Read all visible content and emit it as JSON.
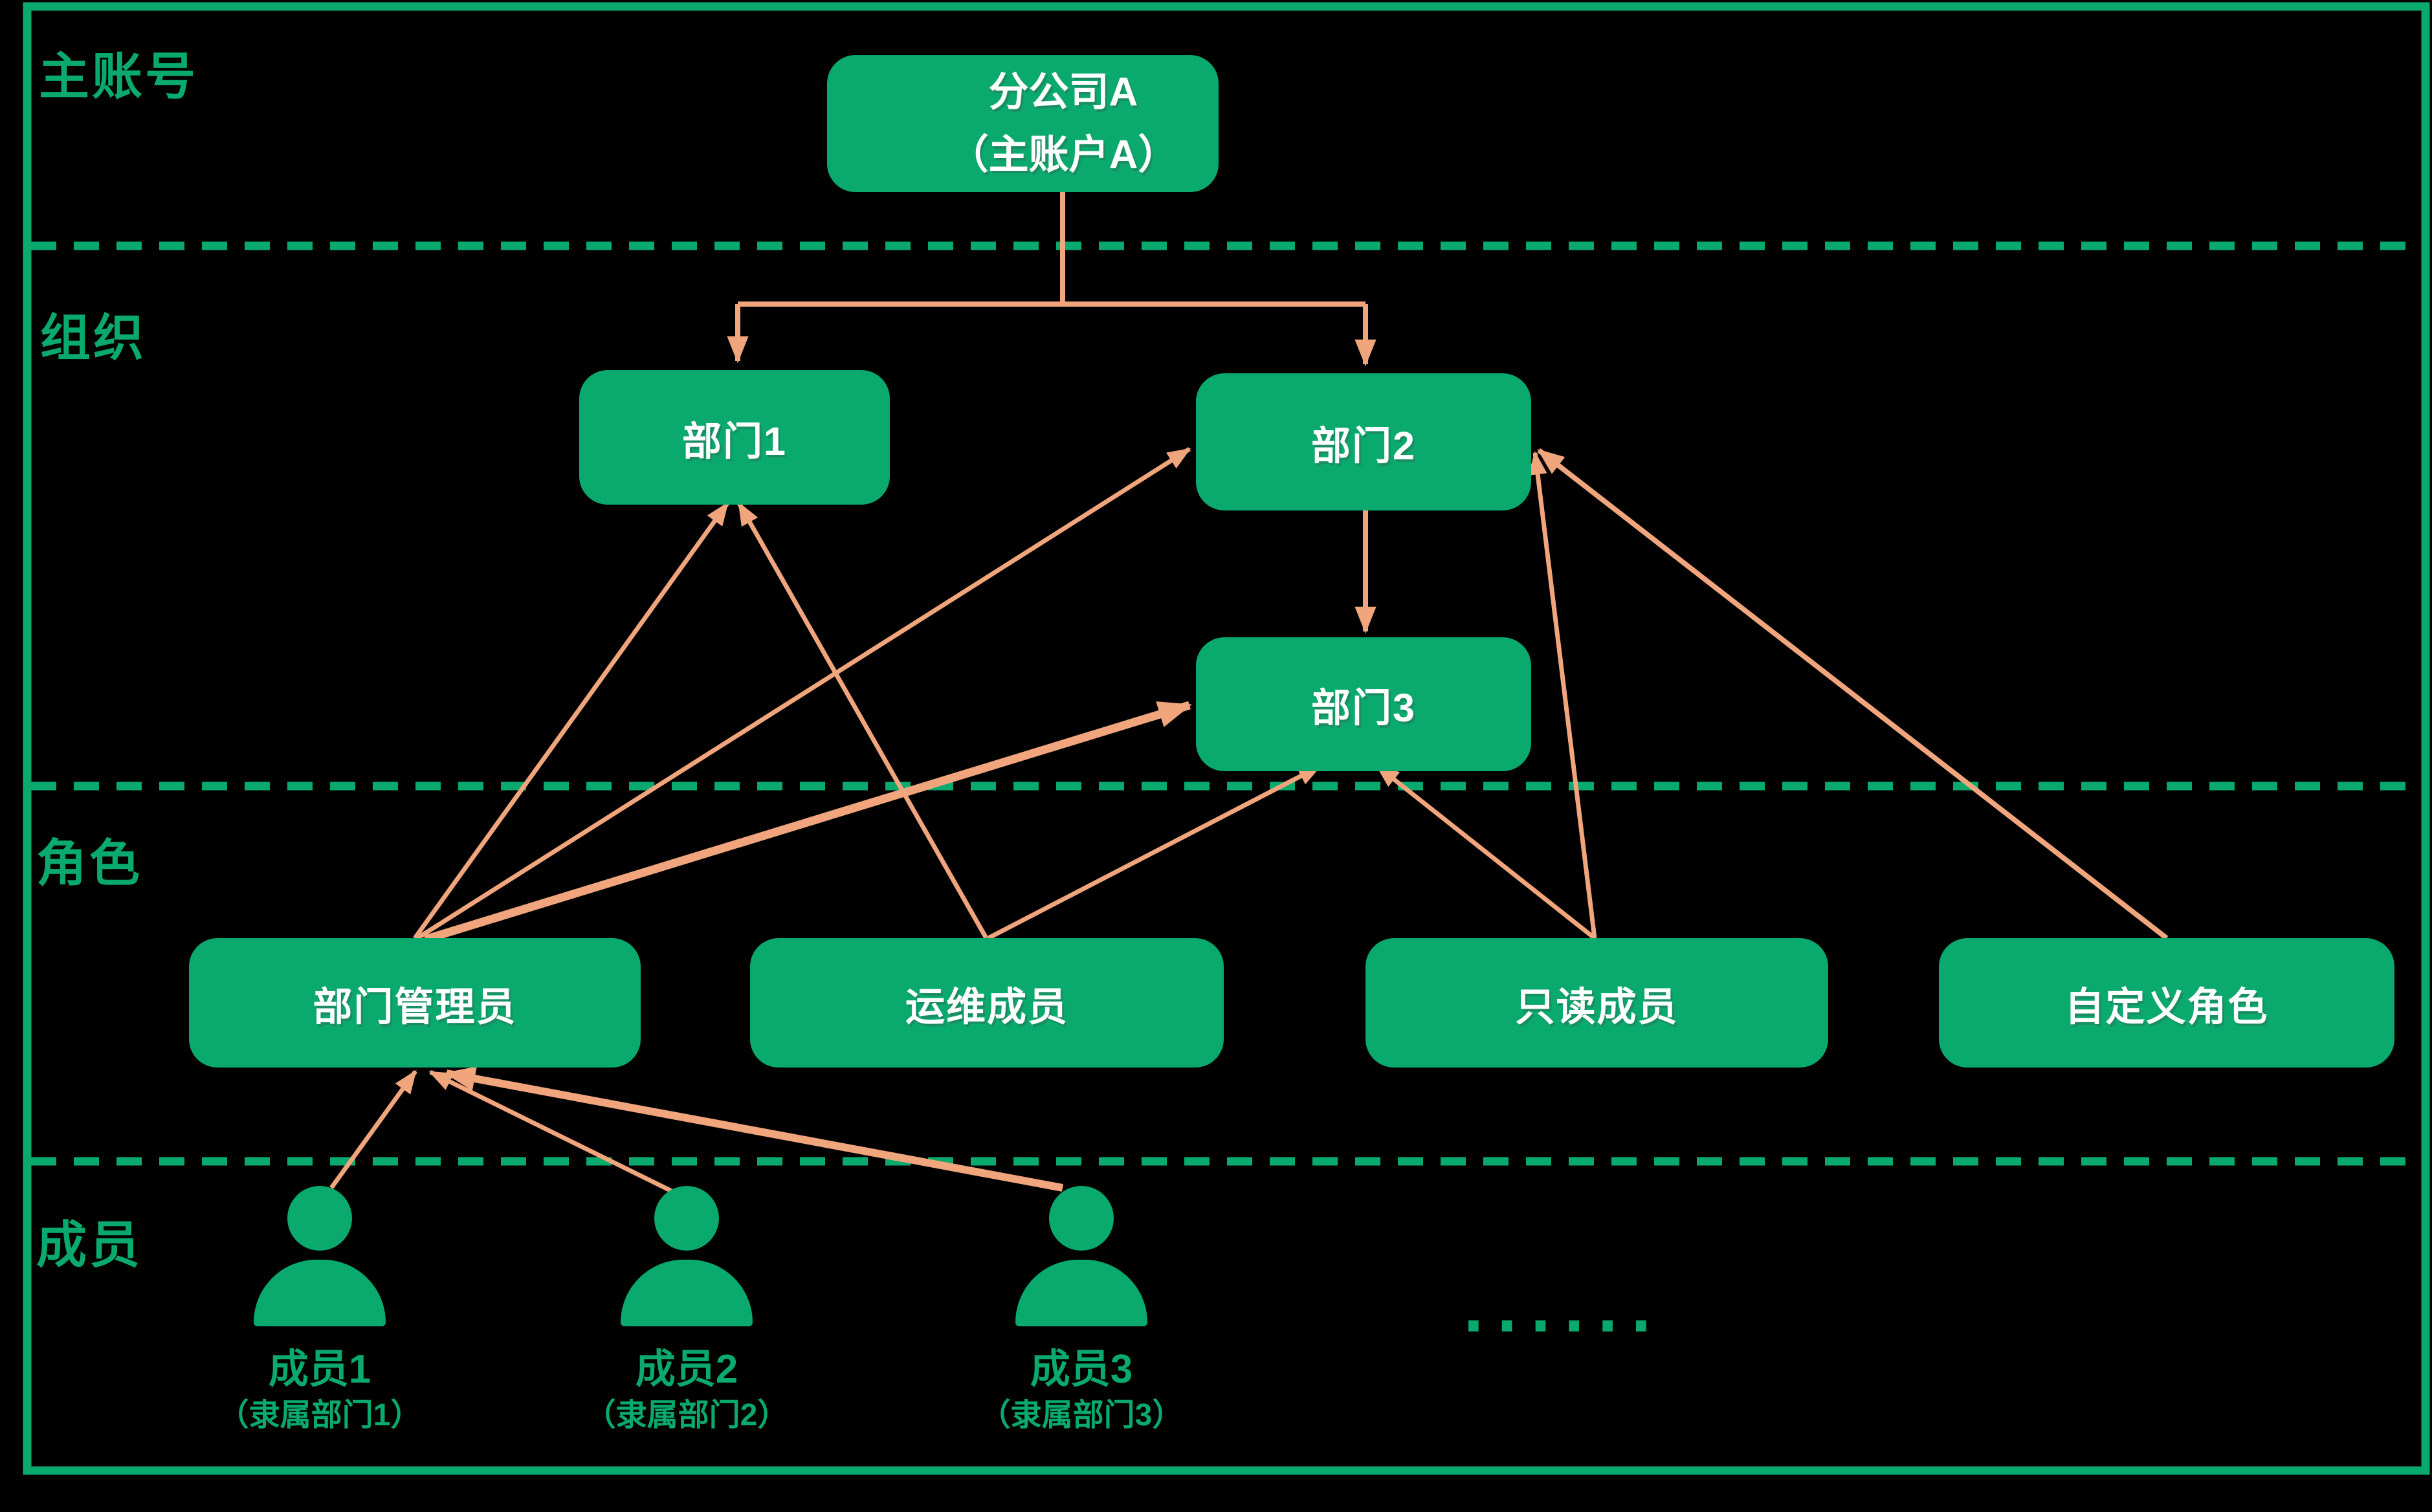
{
  "colors": {
    "green": "#0AA96E",
    "arrow_salmon": "#F0A57C",
    "background": "#000000",
    "node_text": "#FFFFFF"
  },
  "sections": [
    {
      "label": "主账号"
    },
    {
      "label": "组织"
    },
    {
      "label": "角色"
    },
    {
      "label": "成员"
    }
  ],
  "nodes": {
    "company": {
      "line1": "分公司A",
      "line2": "（主账户A）"
    },
    "dept1": {
      "label": "部门1"
    },
    "dept2": {
      "label": "部门2"
    },
    "dept3": {
      "label": "部门3"
    },
    "role_admin": {
      "label": "部门管理员"
    },
    "role_ops": {
      "label": "运维成员"
    },
    "role_readonly": {
      "label": "只读成员"
    },
    "role_custom": {
      "label": "自定义角色"
    }
  },
  "members": [
    {
      "name": "成员1",
      "note": "（隶属部门1）"
    },
    {
      "name": "成员2",
      "note": "（隶属部门2）"
    },
    {
      "name": "成员3",
      "note": "（隶属部门3）"
    }
  ],
  "ellipsis": "......",
  "edges": [
    {
      "from": "company",
      "to": "dept1"
    },
    {
      "from": "company",
      "to": "dept2"
    },
    {
      "from": "dept2",
      "to": "dept3"
    },
    {
      "from": "role_admin",
      "to": "dept1"
    },
    {
      "from": "role_admin",
      "to": "dept2"
    },
    {
      "from": "role_admin",
      "to": "dept3",
      "emphasis": true
    },
    {
      "from": "role_ops",
      "to": "dept1"
    },
    {
      "from": "role_ops",
      "to": "dept3"
    },
    {
      "from": "role_readonly",
      "to": "dept2"
    },
    {
      "from": "role_readonly",
      "to": "dept3"
    },
    {
      "from": "role_custom",
      "to": "dept2"
    },
    {
      "from": "member1",
      "to": "role_admin"
    },
    {
      "from": "member2",
      "to": "role_admin"
    },
    {
      "from": "member3",
      "to": "role_admin",
      "emphasis": true
    }
  ]
}
